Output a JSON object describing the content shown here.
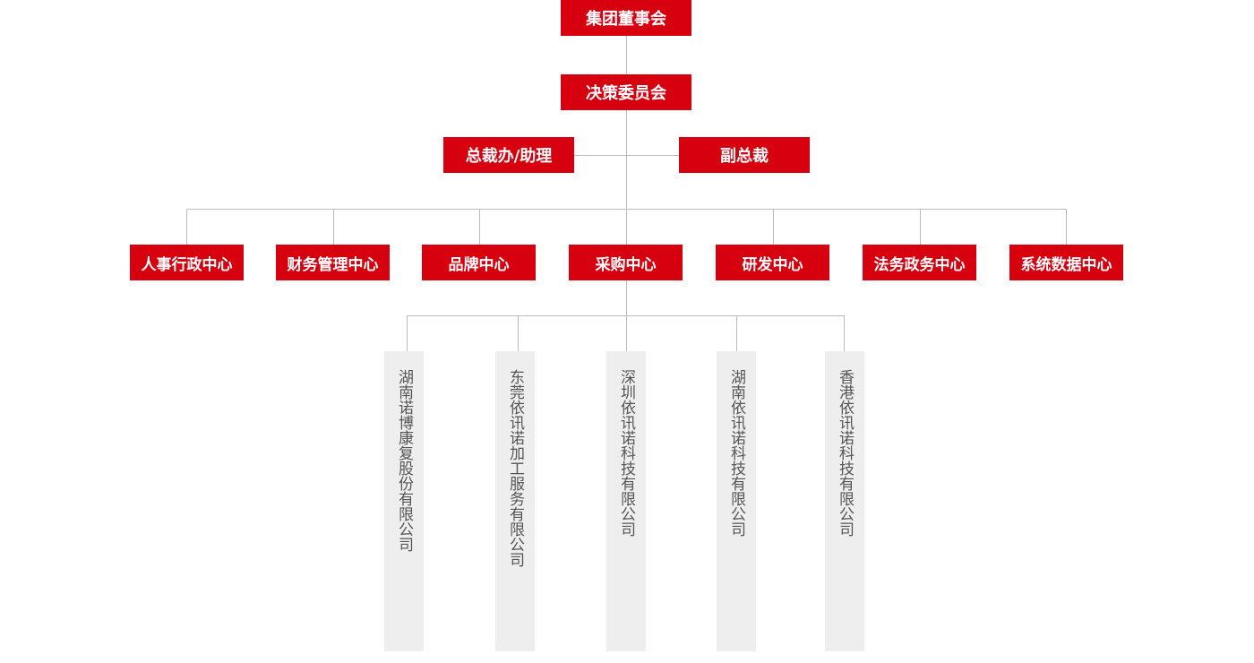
{
  "colors": {
    "accent": "#d7000f",
    "line": "#bbbbbb",
    "subsidiary_bg": "#eeeeee",
    "subsidiary_text": "#555555"
  },
  "top": {
    "board": "集团董事会",
    "committee": "决策委员会",
    "president_office": "总裁办/助理",
    "vice_president": "副总裁"
  },
  "centers": [
    "人事行政中心",
    "财务管理中心",
    "品牌中心",
    "采购中心",
    "研发中心",
    "法务政务中心",
    "系统数据中心"
  ],
  "subsidiaries": [
    "湖南诺博康复股份有限公司",
    "东莞依讯诺加工服务有限公司",
    "深圳依讯诺科技有限公司",
    "湖南依讯诺科技有限公司",
    "香港依讯诺科技有限公司"
  ]
}
